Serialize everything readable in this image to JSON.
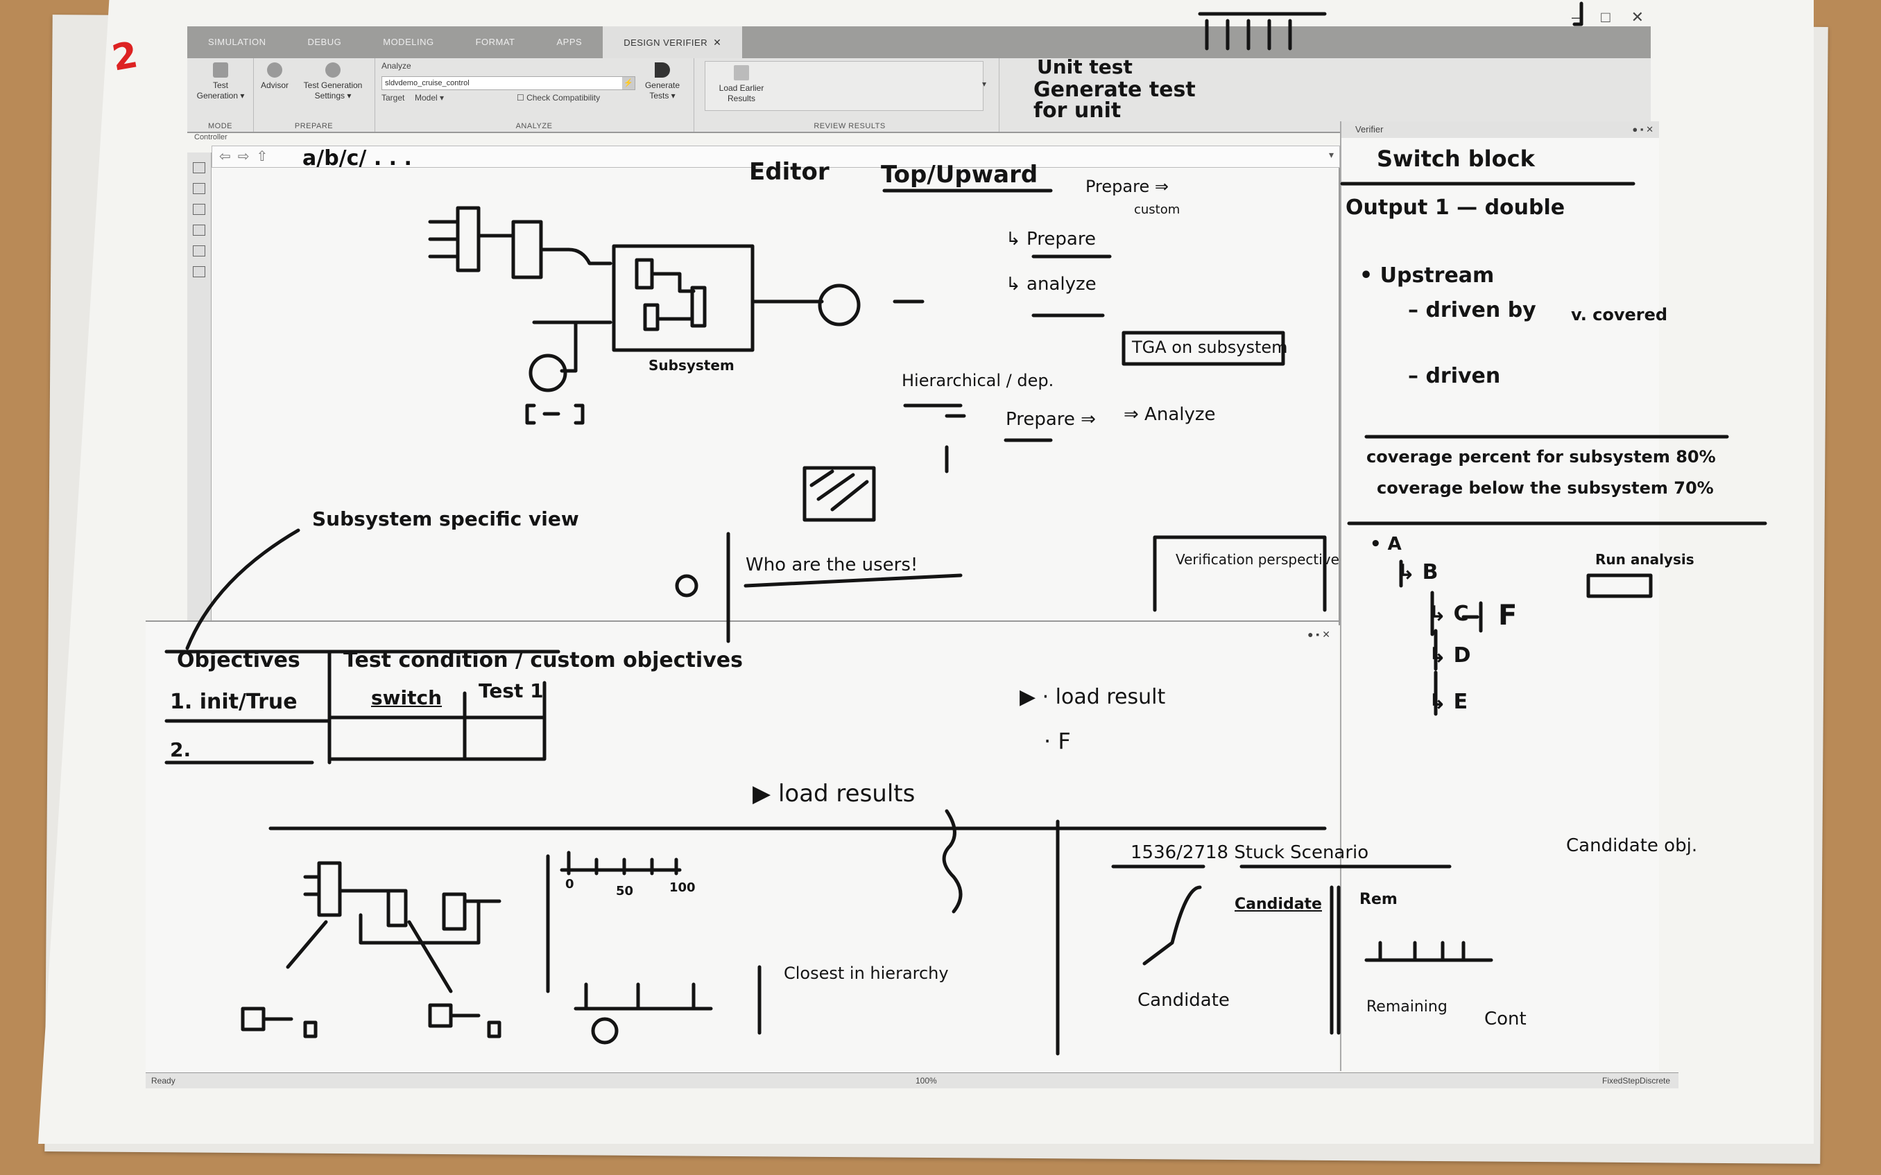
{
  "page": {
    "number": "2"
  },
  "ribbon": {
    "tabs": [
      {
        "label": "SIMULATION"
      },
      {
        "label": "DEBUG"
      },
      {
        "label": "MODELING"
      },
      {
        "label": "FORMAT"
      },
      {
        "label": "APPS"
      },
      {
        "label": "DESIGN VERIFIER",
        "active": true
      }
    ],
    "groups": {
      "mode": "MODE",
      "prepare": "PREPARE",
      "analyze": "ANALYZE",
      "review": "REVIEW RESULTS"
    },
    "buttons": {
      "test_generation": "Test Generation ▾",
      "advisor": "Advisor",
      "test_generation_settings": "Test Generation Settings ▾",
      "analyze_label": "Analyze",
      "model_name": "sldvdemo_cruise_control",
      "target_label": "Target",
      "target_value": "Model ▾",
      "check_compatibility": "Check Compatibility",
      "generate_tests": "Generate Tests ▾",
      "load_earlier_results": "Load Earlier Results"
    }
  },
  "window": {
    "controls": [
      "–",
      "□",
      "✕"
    ]
  },
  "controller": {
    "label": "Controller"
  },
  "address": {
    "path": "a/b/c/ . . ."
  },
  "verifier_panel": {
    "title": "Verifier"
  },
  "statusbar": {
    "left": "Ready",
    "zoom": "100%",
    "solver": "FixedStepDiscrete"
  },
  "sketch_notes": {
    "ribbon_note_1": "Unit test",
    "ribbon_note_2": "Generate test for unit",
    "canvas_heading_1": "Editor",
    "canvas_heading_2": "Top/Upward",
    "prepare_arrow": "Prepare ⇒",
    "custom": "custom",
    "prepare_item": "↳ Prepare",
    "analyze_item": "↳ analyze",
    "tga": "TGA on subsystem",
    "hierarchical": "Hierarchical / dep.",
    "prepare_flow": "Prepare ⇒",
    "analyze_flow": "⇒ Analyze",
    "subsystem": "Subsystem",
    "bracket": "[ – ]",
    "subsystem_view": "Subsystem specific view",
    "who_users": "Who are the users!",
    "verification": "Verification perspective",
    "objectives_header": "Objectives",
    "test_cond_header": "Test condition / custom objectives",
    "row1": "1.  init/True",
    "switch": "switch",
    "test1": "Test 1",
    "row2": "2.",
    "load_result": "▶ · load result",
    "bullet_f": "· F",
    "load_results": "▶  load results",
    "closest": "Closest in hierarchy",
    "stuck": "1536/2718  Stuck  Scenario",
    "candidate": "Candidate",
    "candidate2": "Candidate",
    "candidate_obj": "Candidate obj.",
    "rem": "Rem",
    "remaining": "Remaining",
    "cont": "Cont",
    "switch_block": "Switch block",
    "output": "Output 1 — double",
    "upstream": "• Upstream",
    "driven_by": "– driven by",
    "v_covered": "v. covered",
    "driven": "– driven",
    "coverage1": "coverage percent for subsystem  80%",
    "coverage2": "coverage below the subsystem  70%",
    "tree_a": "• A",
    "tree_b": "↳ B",
    "tree_c": "↳ C",
    "tree_d": "↳ D",
    "tree_e": "↳ E",
    "tree_f": "F",
    "run_analysis": "Run analysis",
    "axis_0": "0",
    "axis_50": "50",
    "axis_100": "100"
  }
}
